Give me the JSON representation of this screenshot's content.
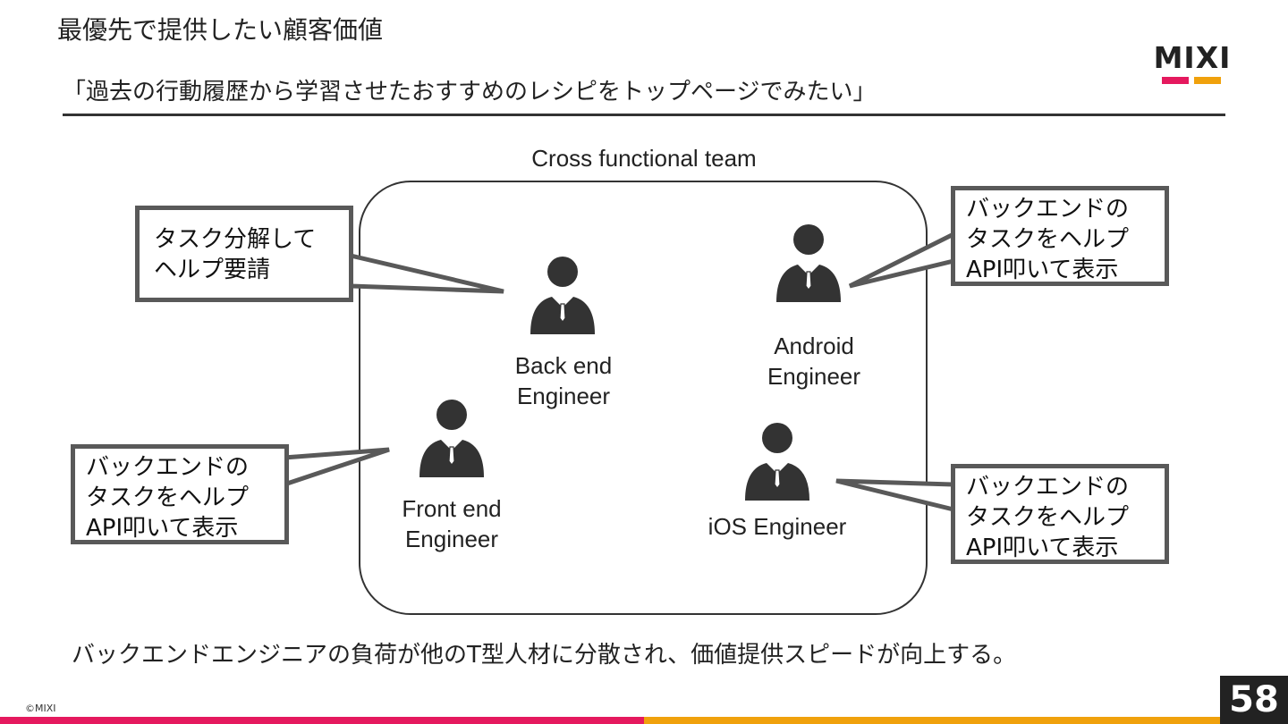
{
  "slide": {
    "title": "最優先で提供したい顧客価値",
    "subtitle": "「過去の行動履歴から学習させたおすすめのレシピをトップページでみたい」",
    "brand_logo": "MIXI",
    "page_number": "58",
    "copyright": "©MIXI"
  },
  "diagram": {
    "team_label": "Cross functional team",
    "roles": {
      "backend": [
        "Back end",
        "Engineer"
      ],
      "android": [
        "Android",
        "Engineer"
      ],
      "frontend": [
        "Front end",
        "Engineer"
      ],
      "ios": [
        "iOS Engineer"
      ]
    },
    "callouts": {
      "backend": [
        "タスク分解して",
        "ヘルプ要請"
      ],
      "android": [
        "バックエンドの",
        "タスクをヘルプ",
        "API叩いて表示"
      ],
      "frontend": [
        "バックエンドの",
        "タスクをヘルプ",
        "API叩いて表示"
      ],
      "ios": [
        "バックエンドの",
        "タスクをヘルプ",
        "API叩いて表示"
      ]
    },
    "icons": [
      "person-icon"
    ]
  },
  "bottom_message": "バックエンドエンジニアの負荷が他のT型人材に分散され、価値提供スピードが向上する。",
  "colors": {
    "brand_pink": "#e5195e",
    "brand_orange": "#f0a10c",
    "callout_border": "#595959",
    "text": "#222222"
  }
}
